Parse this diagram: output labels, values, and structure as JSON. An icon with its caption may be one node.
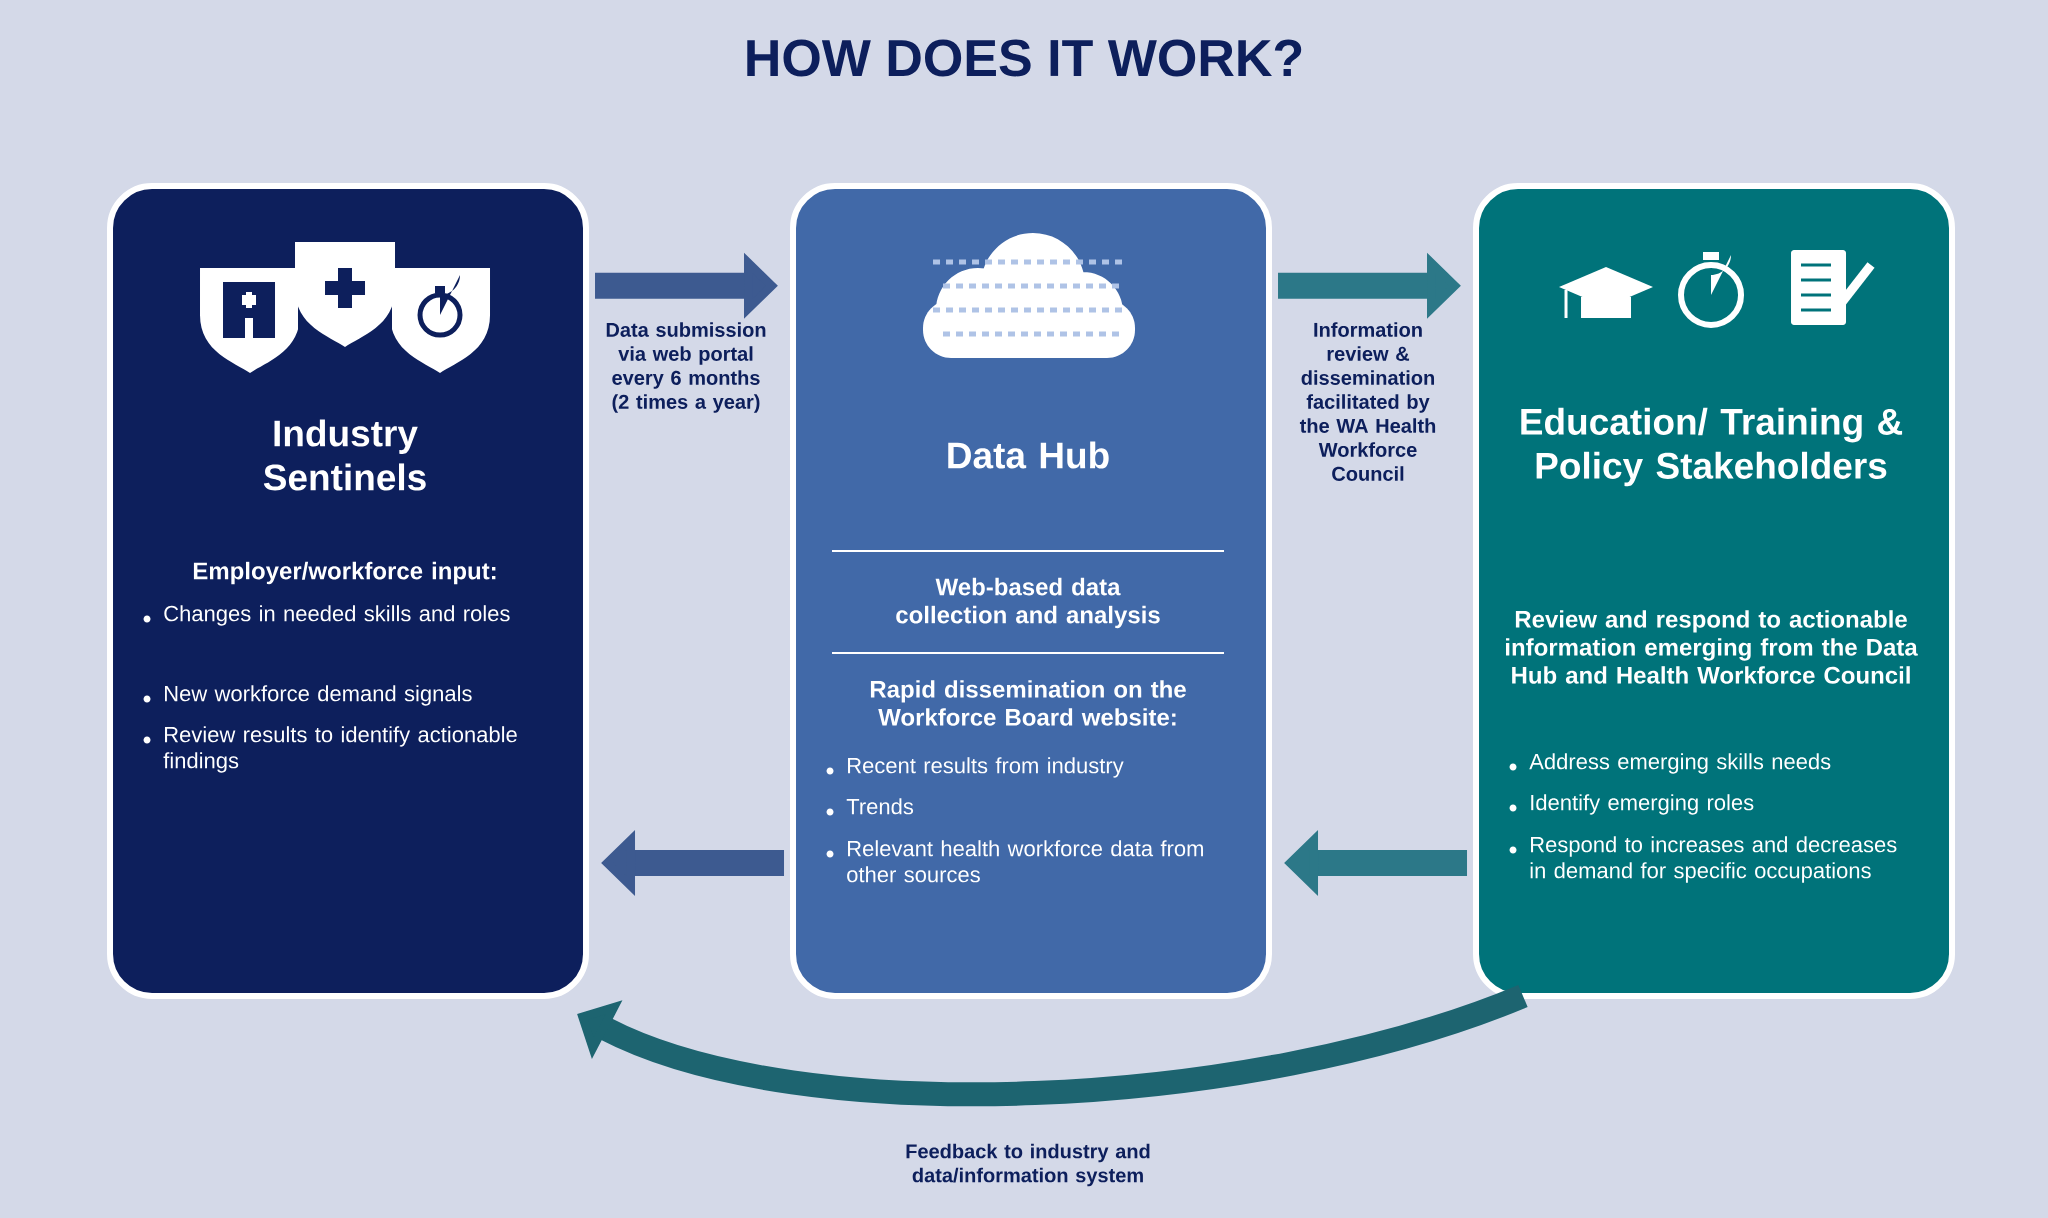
{
  "diagram": {
    "title": "HOW DOES IT WORK?",
    "nodes": [
      {
        "text": [
          "Industry Sentinels",
          "Employer/workforce input:",
          "Changes in needed skills and roles",
          "New workforce demand signals",
          "Review results to identify actionable findings"
        ]
      },
      {
        "text": [
          "Data Hub",
          "Web-based data collection and analysis",
          "Rapid dissemination on the Workforce Board website:",
          "Recent results from industry",
          "Trends",
          "Relevant health workforce data from other sources"
        ]
      },
      {
        "text": [
          "Education/ Training & Policy Stakeholders",
          "Review and respond to actionable information emerging from the Data Hub and Health Workforce Council",
          "Address emerging skills needs",
          "Identify emerging roles",
          "Respond to increases and decreases in demand for specific occupations"
        ]
      }
    ],
    "edges": [
      {
        "from": 0,
        "to": 1,
        "arrow": "to",
        "label": "Data submission via web portal every 6 months (2 times a year)",
        "color": "#3d5a90"
      },
      {
        "from": 1,
        "to": 0,
        "arrow": "to",
        "color": "#3d5a90"
      },
      {
        "from": 1,
        "to": 2,
        "arrow": "to",
        "label": "Information review & dissemination facilitated by the WA Health Workforce Council",
        "color": "#2c7888"
      },
      {
        "from": 2,
        "to": 1,
        "arrow": "to",
        "color": "#2c7888"
      },
      {
        "from": 2,
        "to": 0,
        "arrow": "to",
        "label": "Feedback to industry and data/information system",
        "color": "#1d6470"
      }
    ]
  }
}
